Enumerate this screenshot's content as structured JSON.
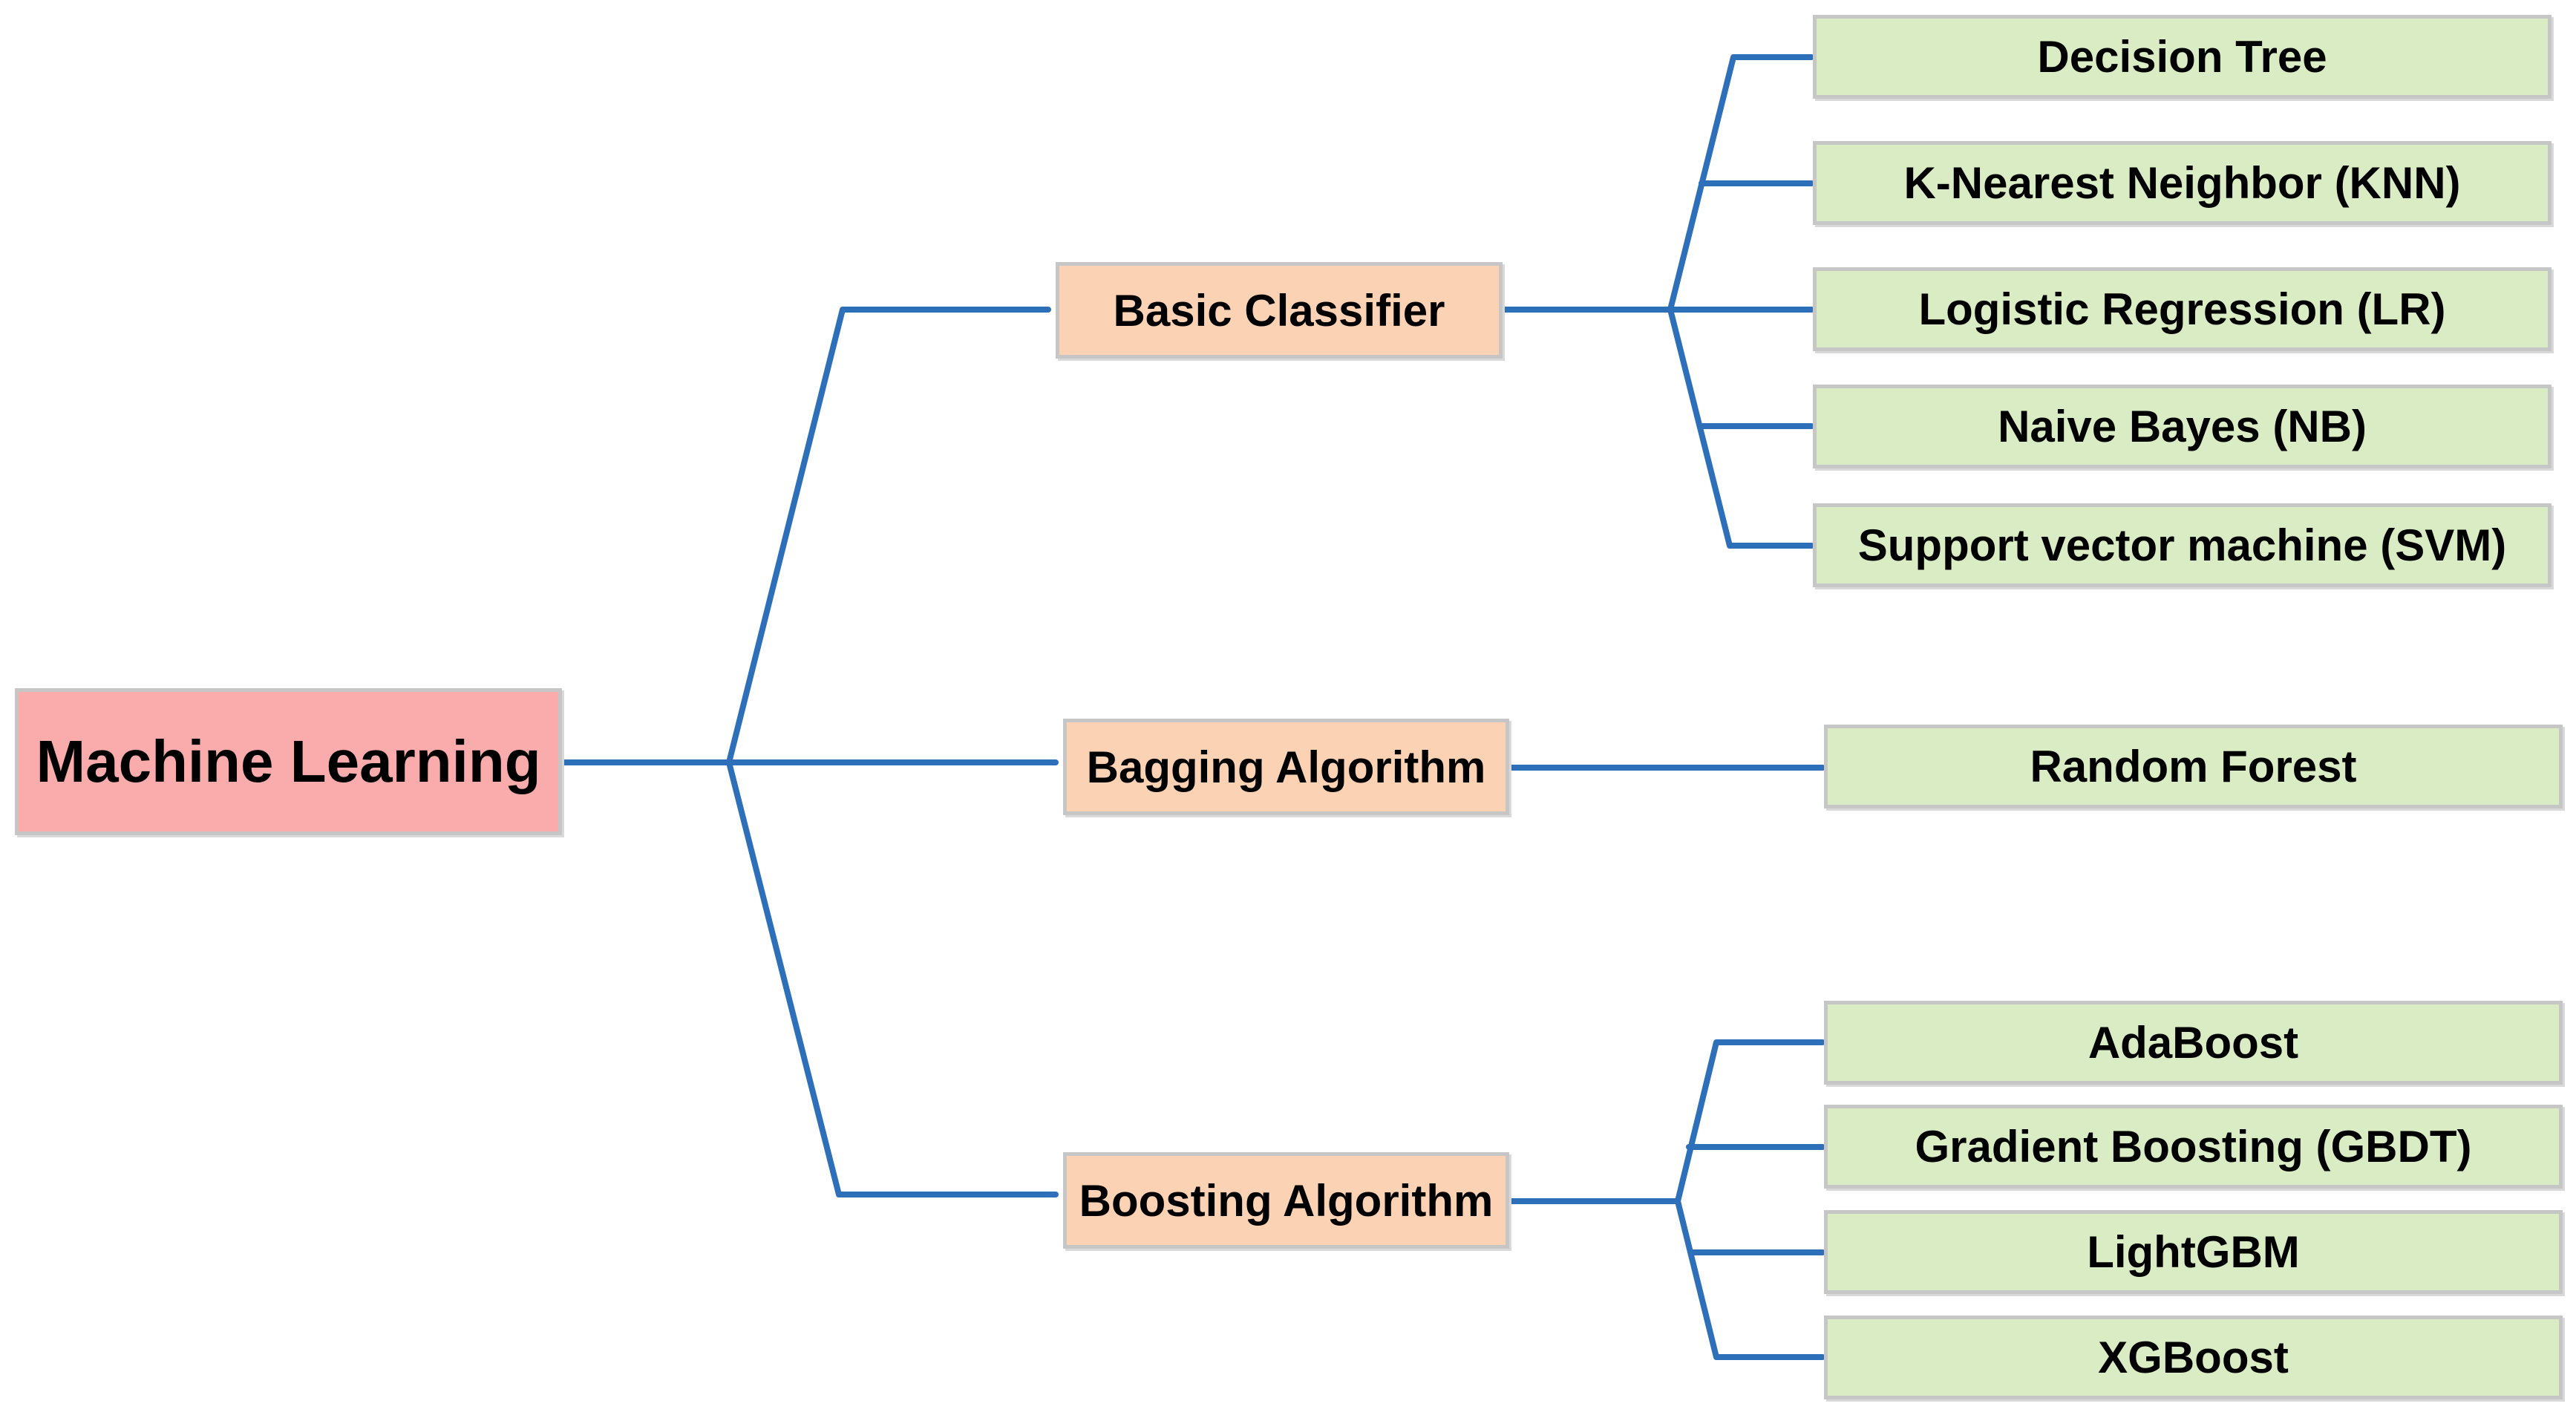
{
  "colors": {
    "connector": "#2e6fba",
    "root_fill": "#f9acab",
    "category_fill": "#fcd2b5",
    "leaf_fill": "#d9ecc3",
    "border": "#c6c6c6"
  },
  "root": {
    "label": "Machine Learning"
  },
  "categories": [
    {
      "label": "Basic Classifier",
      "children": [
        "Decision Tree",
        "K-Nearest Neighbor (KNN)",
        "Logistic Regression (LR)",
        "Naive Bayes (NB)",
        "Support vector machine (SVM)"
      ]
    },
    {
      "label": "Bagging Algorithm",
      "children": [
        "Random Forest"
      ]
    },
    {
      "label": "Boosting Algorithm",
      "children": [
        "AdaBoost",
        "Gradient Boosting (GBDT)",
        "LightGBM",
        "XGBoost"
      ]
    }
  ]
}
